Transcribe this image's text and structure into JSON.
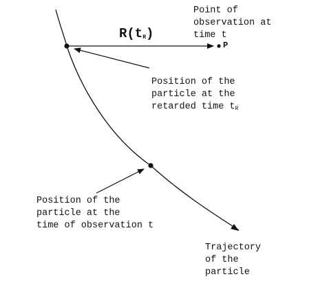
{
  "labels": {
    "observation_point": [
      "Point of",
      "observation at",
      "time t"
    ],
    "point_letter": "P",
    "vector_label": {
      "main": "R(t",
      "sub": "R",
      "close": ")"
    },
    "retarded_position": {
      "lines": [
        "Position of the",
        "particle at the",
        "retarded time t"
      ],
      "sub": "R"
    },
    "observation_position": [
      "Position of the",
      "particle at the",
      "time of observation t"
    ],
    "trajectory": [
      "Trajectory",
      "of the",
      "particle"
    ]
  },
  "colors": {
    "ink": "#111111",
    "background": "#ffffff"
  }
}
